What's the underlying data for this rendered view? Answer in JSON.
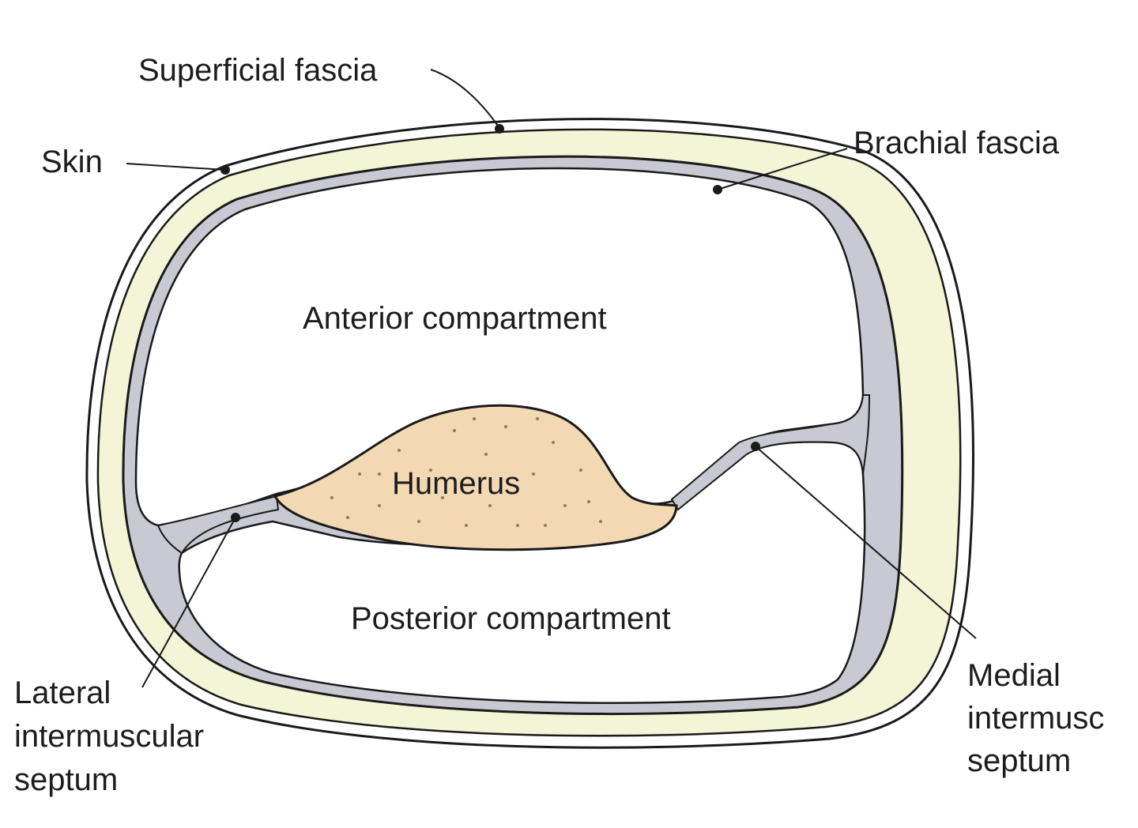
{
  "labels": {
    "superficial_fascia": "Superficial fascia",
    "skin": "Skin",
    "brachial_fascia": "Brachial fascia",
    "anterior_compartment": "Anterior compartment",
    "humerus": "Humerus",
    "posterior_compartment": "Posterior compartment",
    "lateral_septum": [
      "Lateral",
      "intermuscular",
      "septum"
    ],
    "medial_septum": [
      "Medial",
      "intermusc",
      "septum"
    ]
  },
  "colors": {
    "superficial_fascia": "#f4f4d6",
    "brachial_fascia": "#c8c9d2",
    "humerus": "#f3d8b4",
    "outline": "#1a1a1a",
    "text": "#1d1d1d"
  }
}
